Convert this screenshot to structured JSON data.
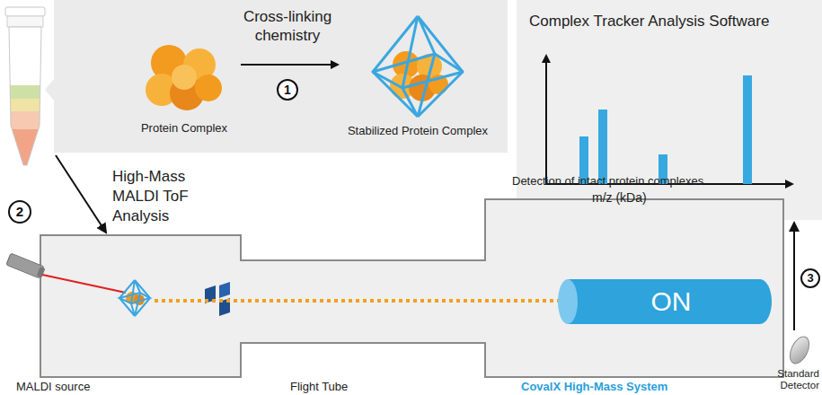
{
  "diagram": {
    "nodes": [
      {
        "text": [
          "Cross-linking chemistry"
        ]
      },
      {
        "text": [
          "Complex Tracker Analysis Software",
          "m/z (kDa)"
        ]
      },
      {
        "text": [
          "MALDI source"
        ]
      },
      {
        "text": [
          "Flight Tube"
        ]
      },
      {
        "text": [
          "Detection of intact protein complexes",
          "CovalX High-Mass System"
        ]
      },
      {
        "text": [
          "ON"
        ],
        "in": 4
      },
      {
        "text": [
          "Standard Detector"
        ]
      }
    ],
    "edges": [
      {
        "from": 0,
        "to": 2,
        "arrow": "to",
        "label": "High-Mass MALDI ToF Analysis"
      },
      {
        "from": 6,
        "to": 1,
        "arrow": "to"
      }
    ],
    "labels": [
      "Protein Complex",
      "Stabilized Protein Complex",
      "1",
      "2",
      "3"
    ]
  }
}
